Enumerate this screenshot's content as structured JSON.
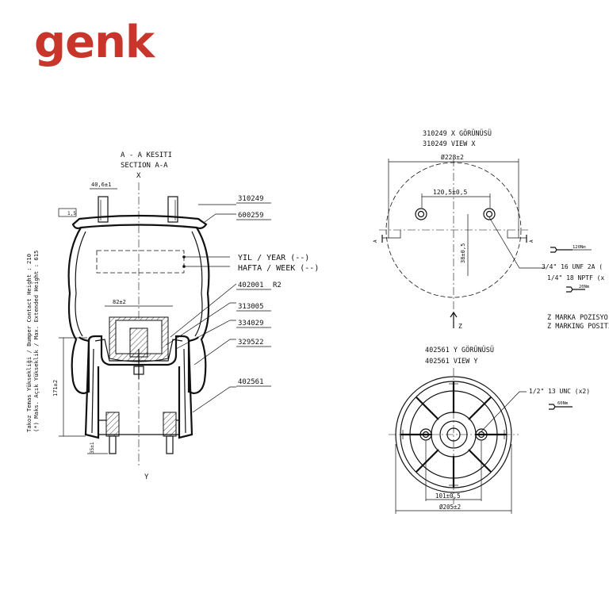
{
  "brand": {
    "name": "genk",
    "color": "#c8352b"
  },
  "section": {
    "title_tr": "A - A KESITI",
    "title_en": "SECTION A-A",
    "axis_x": "X",
    "axis_y": "Y"
  },
  "dims": {
    "stud_spacing": "40,6±1",
    "flatness": "1,5",
    "inner_width": "82±2",
    "height": "171±2",
    "bottom_stud": "35±1"
  },
  "side_note": {
    "line1": "Takoz Temas Yüksekliği / Bumper Contact Height : 210",
    "line2": "(*) Maks. Açık Yükseklik / Max. Extended Height : 615"
  },
  "part_numbers": [
    "310249",
    "600259",
    "402001",
    "313005",
    "334029",
    "329522",
    "402561"
  ],
  "part_suffix": "R2",
  "date_labels": {
    "year": "YIL / YEAR (--)",
    "week": "HAFTA / WEEK (--)"
  },
  "view_x": {
    "title_tr": "310249 X GÖRÜNÜSÜ",
    "title_en": "310249 VIEW X",
    "diameter": "Ø228±2",
    "hole_spacing": "120,5±0,5",
    "offset": "38±0,5",
    "section_marker": "A",
    "z_label": "Z",
    "torque1": "120Nm",
    "thread1": "3/4\" 16 UNF 2A (",
    "torque2": "20Nm",
    "thread2": "1/4\" 18 NPTF (x",
    "z_mark_tr": "Z MARKA POZISYO",
    "z_mark_en": "Z MARKING POSITIO"
  },
  "view_y": {
    "title_tr": "402561 Y GÖRÜNÜSÜ",
    "title_en": "402561 VIEW Y",
    "thread": "1/2\" 13 UNC (x2)",
    "torque": "60Nm",
    "hole_spacing": "101±0,5",
    "diameter": "Ø205±2"
  }
}
